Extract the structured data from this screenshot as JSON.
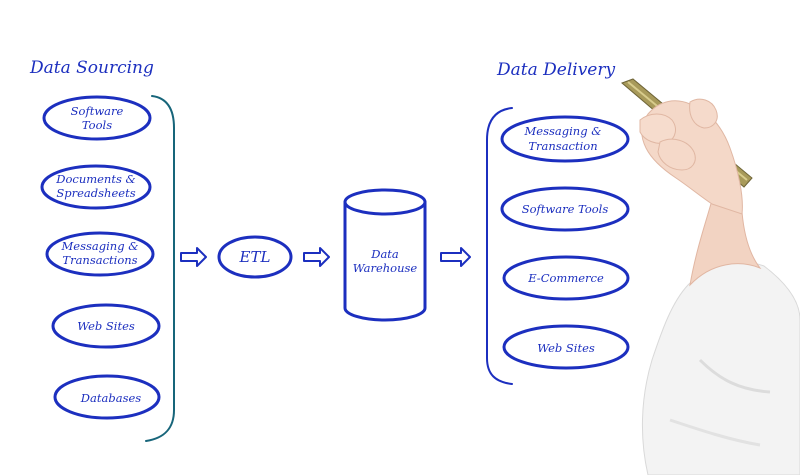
{
  "sourcing": {
    "heading": "Data Sourcing",
    "items": [
      {
        "lines": [
          "Software",
          "Tools"
        ]
      },
      {
        "lines": [
          "Documents &",
          "Spreadsheets"
        ]
      },
      {
        "lines": [
          "Messaging &",
          "Transactions"
        ]
      },
      {
        "lines": [
          "Web Sites"
        ]
      },
      {
        "lines": [
          "Databases"
        ]
      }
    ]
  },
  "process": {
    "etl": "ETL",
    "warehouse": [
      "Data",
      "Warehouse"
    ]
  },
  "delivery": {
    "heading": "Data Delivery",
    "items": [
      {
        "lines": [
          "Messaging &",
          "Transaction"
        ]
      },
      {
        "lines": [
          "Software Tools"
        ]
      },
      {
        "lines": [
          "E-Commerce"
        ]
      },
      {
        "lines": [
          "Web Sites"
        ]
      }
    ]
  },
  "colors": {
    "ink": "#1c2fbf",
    "bracket": "#17657a",
    "background": "#ffffff"
  }
}
